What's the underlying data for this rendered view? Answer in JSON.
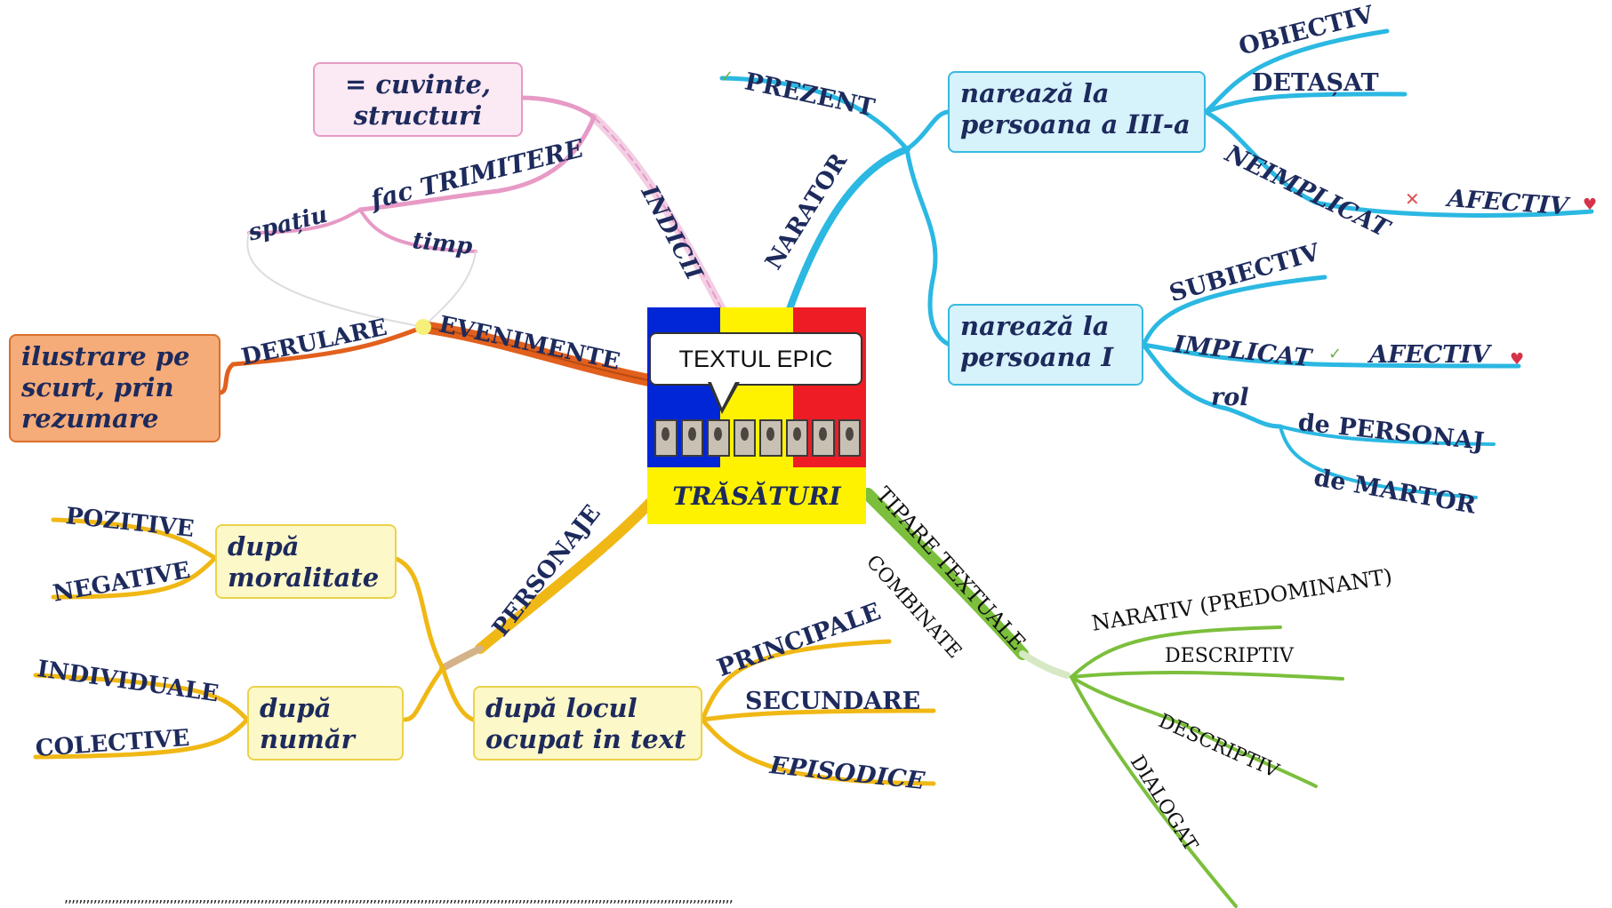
{
  "center": {
    "callout": "TEXTUL EPIC",
    "title": "TRĂSĂTURI",
    "flag_colors": [
      "#0026d6",
      "#fff200",
      "#ee1c25"
    ],
    "portrait_count": 8
  },
  "branches": {
    "indicii": {
      "label": "INDICII",
      "color": "#e79ac6",
      "box": [
        "= cuvinte,",
        "structuri"
      ],
      "sub": "fac TRIMITERE",
      "leaves": [
        "spațiu",
        "timp"
      ]
    },
    "evenimente": {
      "label": "EVENIMENTE",
      "color": "#e2601d",
      "sub": "DERULARE",
      "box": [
        "ilustrare pe",
        "scurt, prin",
        "rezumare"
      ]
    },
    "narator": {
      "label": "NARATOR",
      "color": "#2bb8e2",
      "prezent": "PREZENT",
      "persoana_iii": {
        "box": [
          "narează la",
          "persoana a III-a"
        ],
        "leaves": [
          "OBIECTIV",
          "DETAȘAT",
          "NEIMPLICAT"
        ],
        "afectiv": "AFECTIV"
      },
      "persoana_i": {
        "box": [
          "narează la",
          "persoana I"
        ],
        "subiectiv": "SUBIECTIV",
        "implicat": "IMPLICAT",
        "afectiv": "AFECTIV",
        "rol": "rol",
        "rol_leaves": [
          "de PERSONAJ",
          "de MARTOR"
        ]
      }
    },
    "personaje": {
      "label": "PERSONAJE",
      "color": "#f0b815",
      "moralitate": {
        "box": [
          "după",
          "moralitate"
        ],
        "leaves": [
          "POZITIVE",
          "NEGATIVE"
        ]
      },
      "numar": {
        "box": [
          "după",
          "număr"
        ],
        "leaves": [
          "INDIVIDUALE",
          "COLECTIVE"
        ]
      },
      "loc": {
        "box": [
          "după locul",
          "ocupat in text"
        ],
        "leaves": [
          "PRINCIPALE",
          "SECUNDARE",
          "EPISODICE"
        ]
      }
    },
    "tipare": {
      "label": "TIPARE TEXTUALE",
      "sublabel": "COMBINATE",
      "color": "#7bbf3c",
      "leaves": [
        "NARATIV (PREDOMINANT)",
        "DESCRIPTIV",
        "DESCRIPTIV",
        "DIALOGAT"
      ]
    }
  },
  "icons": {
    "check": "check-icon",
    "cross": "cross-icon",
    "heart": "heart-icon"
  },
  "footer": {
    "dots": ",,,,,,,,,,,,,,,,,,,,,,,,,,,,,,,,,,,,,,,,,,,,,,,,,,,,,,,,,,,,,,,,,,,,,,,,,,,,,,,,,,,,,,,,,,,,,,,,,,,,,,,,,,,,,,,,,,,,,,,,,,,,,,,,,,,,,,,,,,,,,,,,,,,,,,,,,,,,,,,,,,,,,,,,,,,,,,,,,,,,,,,,"
  }
}
